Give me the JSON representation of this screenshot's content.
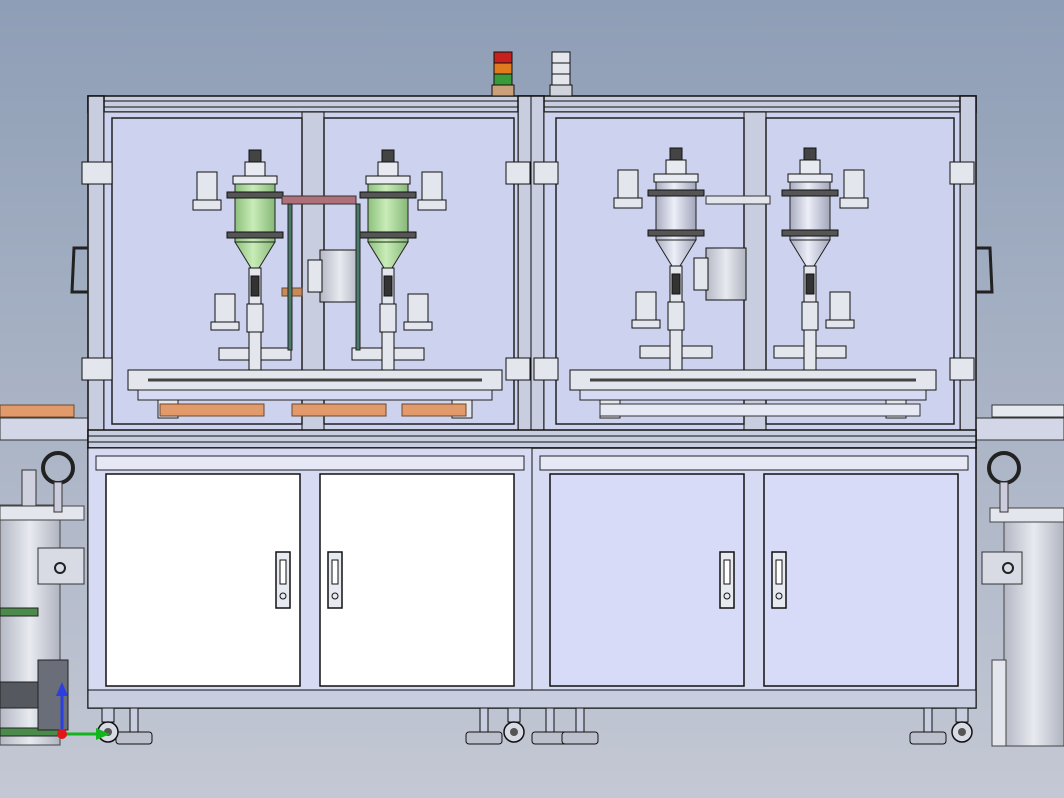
{
  "scene": {
    "view": "front elevation",
    "colors": {
      "background_top": "#8e9eb6",
      "background_bottom": "#c4c8d4",
      "frame": "#c9cde0",
      "frame_dark": "#1a1a1a",
      "panel": "#d6daf2",
      "door_white": "#ffffff",
      "tank_green": "#a9d69a",
      "tank_silver": "#c8ccdc",
      "orange_plate": "#e39a6a",
      "axis_x": "#13b51c",
      "axis_y": "#2b3fe0",
      "origin": "#e01818",
      "beacon_red": "#c8201c",
      "beacon_orange": "#e07a1c",
      "beacon_green": "#3a9a3a"
    },
    "modules": [
      {
        "tank_color": "green",
        "doors": "white"
      },
      {
        "tank_color": "silver",
        "doors": "light-blue"
      }
    ]
  }
}
